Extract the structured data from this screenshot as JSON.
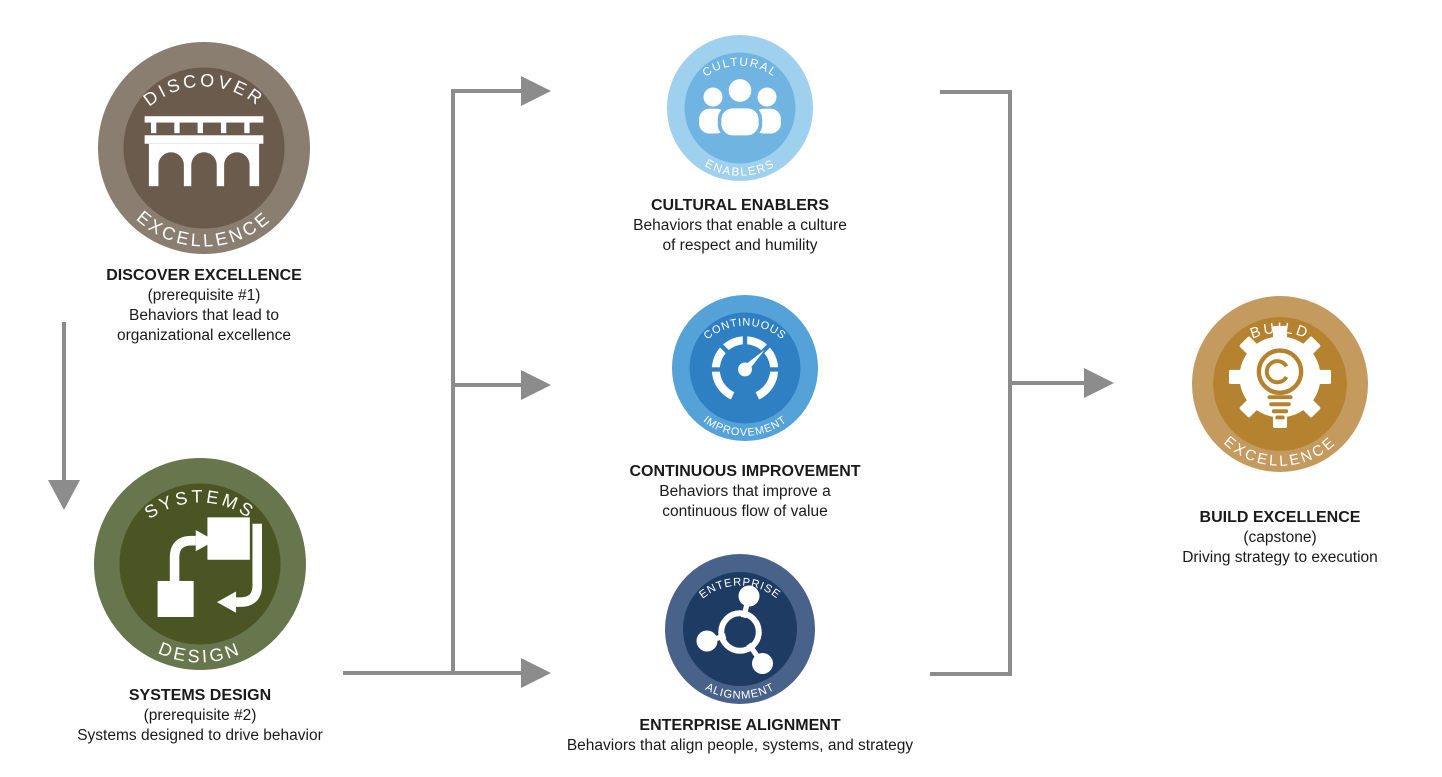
{
  "connectors": {
    "color": "#8c8c8c"
  },
  "text_color": "#1a1a1a",
  "background": "#ffffff",
  "nodes": {
    "discover": {
      "arc_top": "DISCOVER",
      "arc_bottom": "EXCELLENCE",
      "icon": "bridge-icon",
      "caption_title": "DISCOVER EXCELLENCE",
      "caption_lines": [
        "(prerequisite #1)",
        "Behaviors that lead to",
        "organizational excellence"
      ],
      "colors": {
        "ring": "#8a7e71",
        "inner": "#6a5b4d"
      }
    },
    "systems": {
      "arc_top": "SYSTEMS",
      "arc_bottom": "DESIGN",
      "icon": "cycle-arrows-icon",
      "caption_title": "SYSTEMS DESIGN",
      "caption_lines": [
        "(prerequisite #2)",
        "Systems designed to drive behavior"
      ],
      "colors": {
        "ring": "#68764e",
        "inner": "#4a5523"
      }
    },
    "cultural": {
      "arc_top": "CULTURAL",
      "arc_bottom": "ENABLERS",
      "icon": "people-icon",
      "caption_title": "CULTURAL ENABLERS",
      "caption_lines": [
        "Behaviors that enable a culture",
        "of respect and humility"
      ],
      "colors": {
        "ring": "#9fd0ee",
        "inner": "#70b4e2"
      }
    },
    "continuous": {
      "arc_top": "CONTINUOUS",
      "arc_bottom": "IMPROVEMENT",
      "icon": "gauge-icon",
      "caption_title": "CONTINUOUS IMPROVEMENT",
      "caption_lines": [
        "Behaviors that improve a",
        "continuous flow of value"
      ],
      "colors": {
        "ring": "#55a2d8",
        "inner": "#2e80c3"
      }
    },
    "enterprise": {
      "arc_top": "ENTERPRISE",
      "arc_bottom": "ALIGNMENT",
      "icon": "network-icon",
      "caption_title": "ENTERPRISE ALIGNMENT",
      "caption_lines": [
        "Behaviors that align people, systems, and strategy"
      ],
      "colors": {
        "ring": "#49628a",
        "inner": "#1d3b63"
      }
    },
    "build": {
      "arc_top": "BUILD",
      "arc_bottom": "EXCELLENCE",
      "icon": "gear-lightbulb-icon",
      "caption_title": "BUILD EXCELLENCE",
      "caption_lines": [
        "(capstone)",
        "Driving strategy to execution"
      ],
      "colors": {
        "ring": "#c49a5e",
        "inner": "#b5822f"
      }
    }
  }
}
